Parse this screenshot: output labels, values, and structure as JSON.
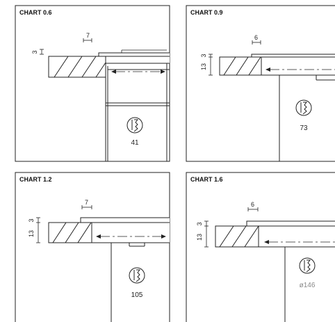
{
  "panels": [
    {
      "title": "CHART 0.6",
      "top_dimension": "7",
      "side_dimension_small": "3",
      "side_dimension_large": "",
      "value": "41",
      "value_muted": false,
      "icon": "drill-icon"
    },
    {
      "title": "CHART 0.9",
      "top_dimension": "6",
      "side_dimension_small": "3",
      "side_dimension_large": "13",
      "value": "73",
      "value_muted": false,
      "icon": "drill-icon"
    },
    {
      "title": "CHART 1.2",
      "top_dimension": "7",
      "side_dimension_small": "3",
      "side_dimension_large": "13",
      "value": "105",
      "value_muted": false,
      "icon": "drill-icon"
    },
    {
      "title": "CHART 1.6",
      "top_dimension": "6",
      "side_dimension_small": "3",
      "side_dimension_large": "13",
      "value": "ø146",
      "value_muted": true,
      "icon": "drill-icon"
    }
  ],
  "colors": {
    "ink": "#222222",
    "muted": "#888888"
  }
}
